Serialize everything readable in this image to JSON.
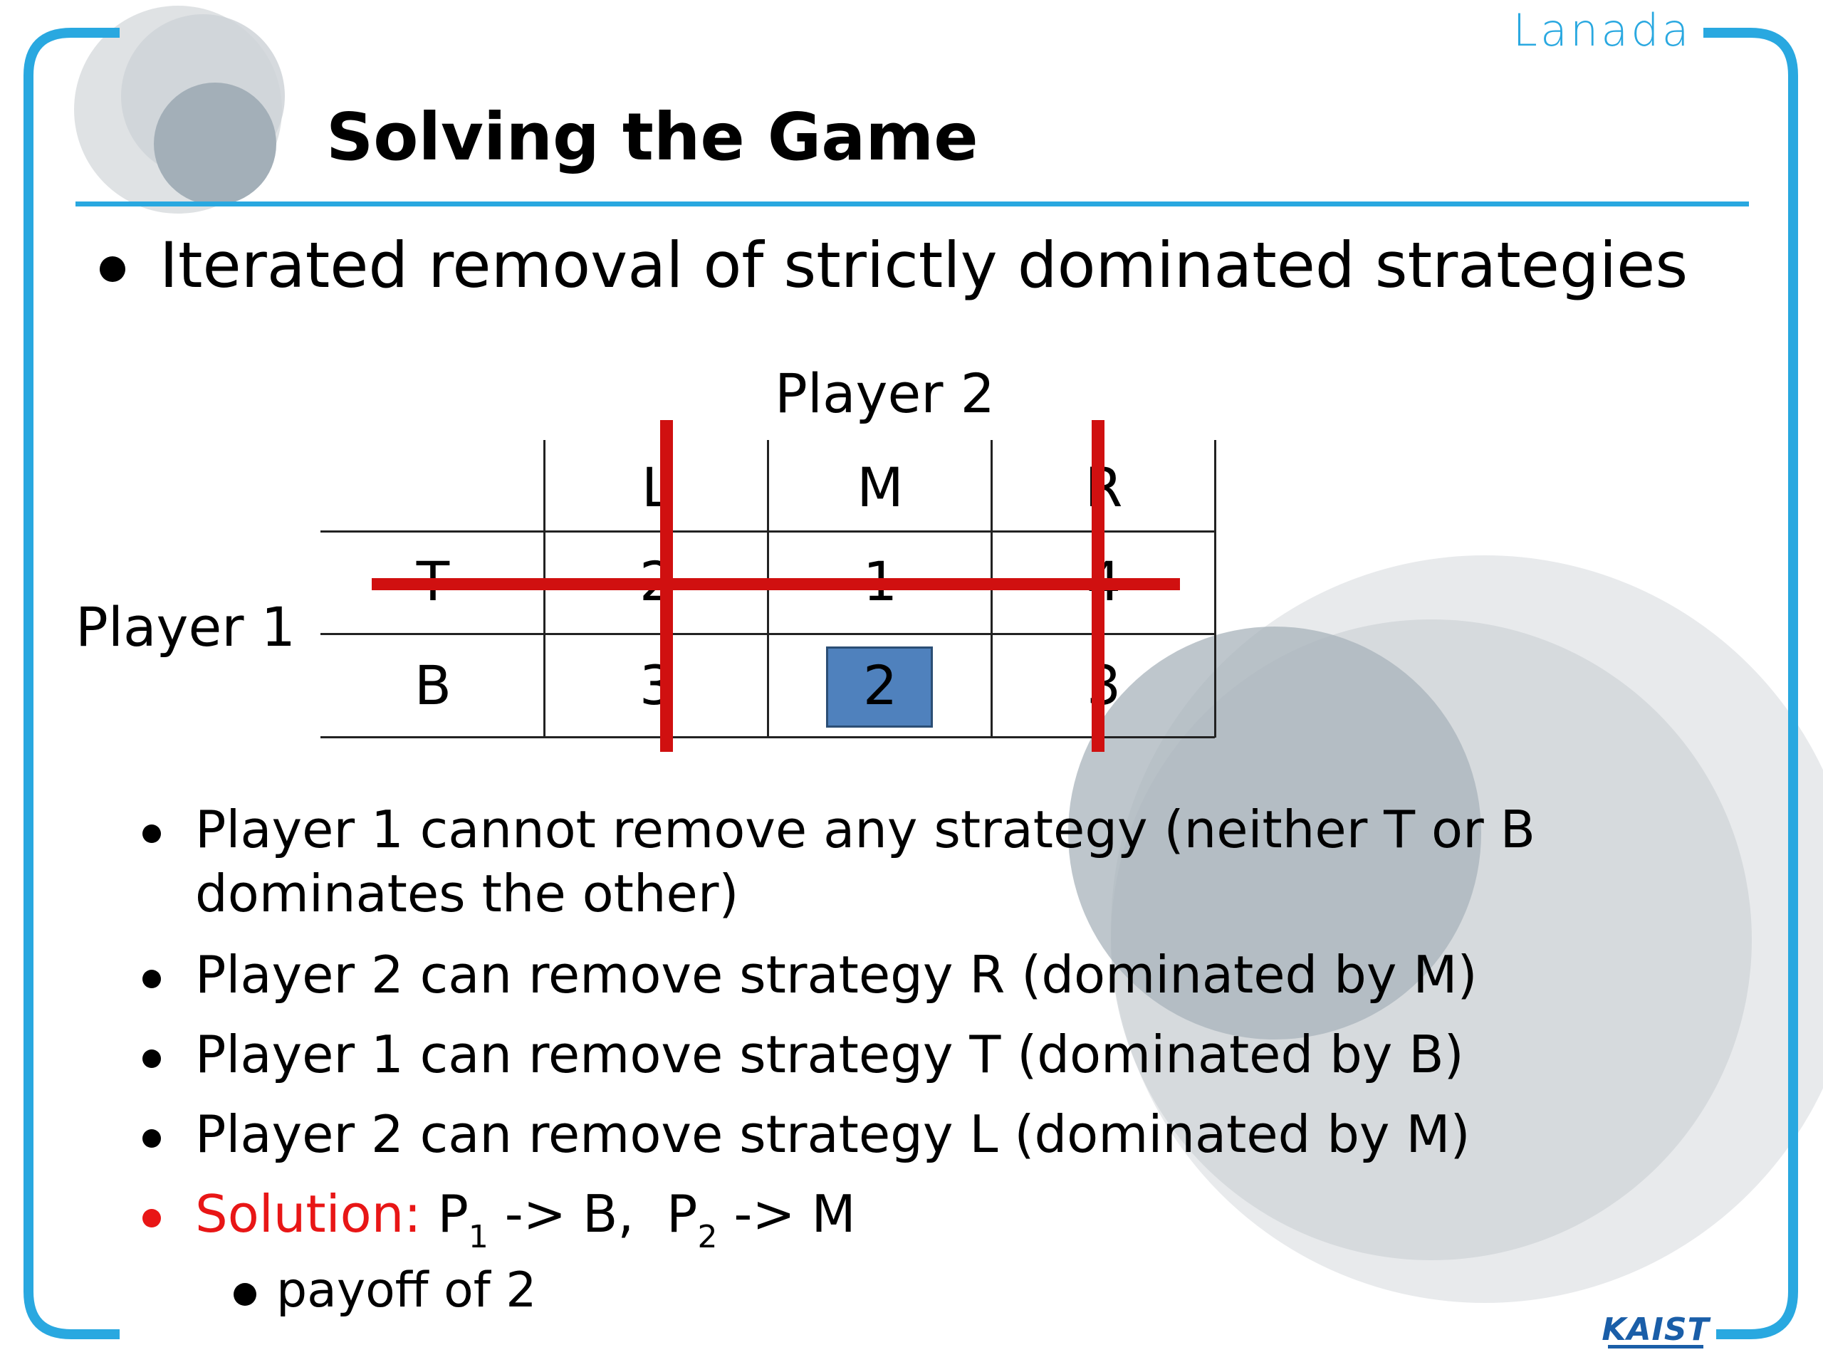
{
  "slide": {
    "title": "Solving the Game",
    "logo_top": "Lanada",
    "logo_bottom": "KAIST",
    "accent_color": "#29a8e0",
    "strike_color": "#d01010",
    "highlight_color": "#4f81bd"
  },
  "main_bullet": "Iterated removal of strictly dominated strategies",
  "game": {
    "player2_label": "Player 2",
    "player1_label": "Player 1",
    "columns": [
      "L",
      "M",
      "R"
    ],
    "rows": [
      {
        "label": "T",
        "values": [
          "2",
          "1",
          "4"
        ],
        "struck": true
      },
      {
        "label": "B",
        "values": [
          "3",
          "2",
          "3"
        ],
        "struck": false
      }
    ],
    "struck_columns": [
      "L",
      "R"
    ],
    "highlighted_cell": {
      "row": "B",
      "column": "M"
    }
  },
  "bullets": [
    {
      "text_line1": "Player 1 cannot remove any strategy (neither T or B",
      "text_line2": "dominates the other)"
    },
    {
      "text": "Player 2 can remove strategy R (dominated by M)"
    },
    {
      "text": "Player 1 can remove strategy T (dominated by B)"
    },
    {
      "text": "Player 2 can remove strategy L (dominated by M)"
    }
  ],
  "solution": {
    "label": "Solution:",
    "p1": "P",
    "p1_sub": "1",
    "p1_rest": " -> B,  ",
    "p2": "P",
    "p2_sub": "2",
    "p2_rest": " -> M"
  },
  "sub_bullet": "payoff of 2"
}
